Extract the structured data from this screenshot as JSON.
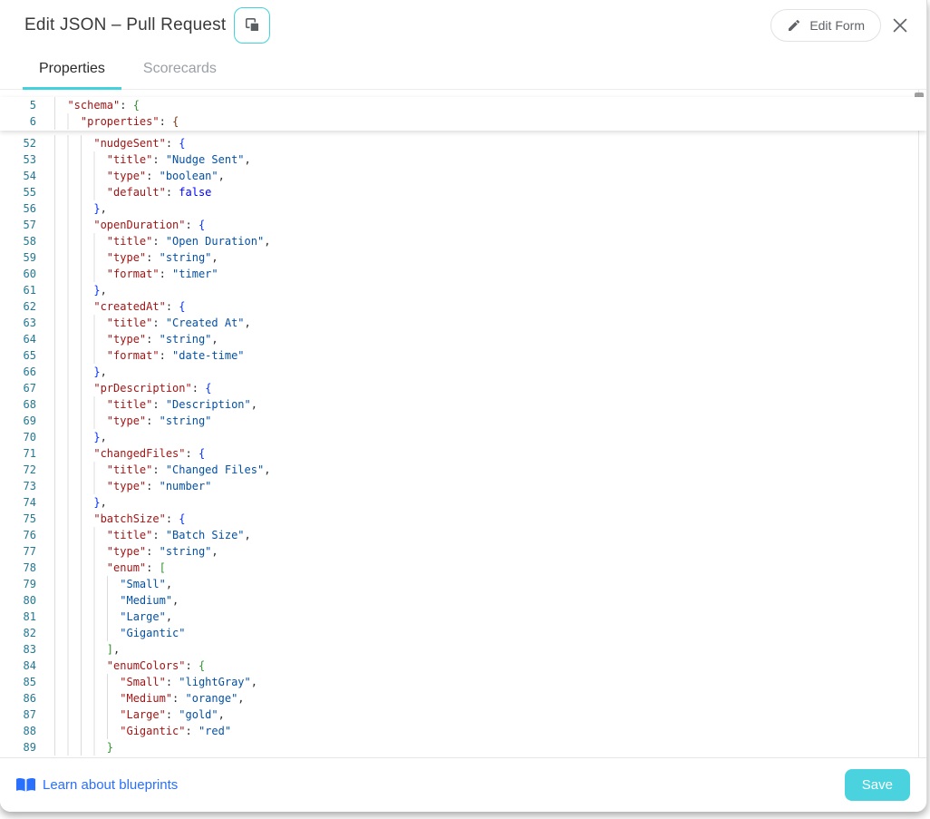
{
  "colors": {
    "accent": "#42d2de",
    "save_button_bg": "#4ad3de",
    "link_blue": "#2970ff",
    "line_number": "#237893",
    "token_key": "#a31515",
    "token_string_value": "#0451a5",
    "token_keyword": "#0000ff",
    "bracket_blue": "#0431fa",
    "bracket_green": "#319331",
    "bracket_brown": "#7b3814"
  },
  "header": {
    "title": "Edit JSON – Pull Request",
    "copy_icon": "copy-icon",
    "edit_form_label": "Edit Form",
    "close_icon": "close-icon"
  },
  "tabs": [
    {
      "label": "Properties",
      "active": true
    },
    {
      "label": "Scorecards",
      "active": false
    }
  ],
  "editor": {
    "sticky_lines": [
      {
        "n": 5,
        "ind": 2,
        "seg": [
          [
            "k",
            "\"schema\""
          ],
          [
            "d",
            ": "
          ],
          [
            "b2",
            "{"
          ]
        ]
      },
      {
        "n": 6,
        "ind": 4,
        "seg": [
          [
            "k",
            "\"properties\""
          ],
          [
            "d",
            ": "
          ],
          [
            "b3",
            "{"
          ]
        ]
      }
    ],
    "lines": [
      {
        "n": 52,
        "ind": 6,
        "seg": [
          [
            "k",
            "\"nudgeSent\""
          ],
          [
            "d",
            ": "
          ],
          [
            "b1",
            "{"
          ]
        ]
      },
      {
        "n": 53,
        "ind": 8,
        "seg": [
          [
            "k",
            "\"title\""
          ],
          [
            "d",
            ": "
          ],
          [
            "s",
            "\"Nudge Sent\""
          ],
          [
            "d",
            ","
          ]
        ]
      },
      {
        "n": 54,
        "ind": 8,
        "seg": [
          [
            "k",
            "\"type\""
          ],
          [
            "d",
            ": "
          ],
          [
            "s",
            "\"boolean\""
          ],
          [
            "d",
            ","
          ]
        ]
      },
      {
        "n": 55,
        "ind": 8,
        "seg": [
          [
            "k",
            "\"default\""
          ],
          [
            "d",
            ": "
          ],
          [
            "w",
            "false"
          ]
        ]
      },
      {
        "n": 56,
        "ind": 6,
        "seg": [
          [
            "b1",
            "}"
          ],
          [
            "d",
            ","
          ]
        ]
      },
      {
        "n": 57,
        "ind": 6,
        "seg": [
          [
            "k",
            "\"openDuration\""
          ],
          [
            "d",
            ": "
          ],
          [
            "b1",
            "{"
          ]
        ]
      },
      {
        "n": 58,
        "ind": 8,
        "seg": [
          [
            "k",
            "\"title\""
          ],
          [
            "d",
            ": "
          ],
          [
            "s",
            "\"Open Duration\""
          ],
          [
            "d",
            ","
          ]
        ]
      },
      {
        "n": 59,
        "ind": 8,
        "seg": [
          [
            "k",
            "\"type\""
          ],
          [
            "d",
            ": "
          ],
          [
            "s",
            "\"string\""
          ],
          [
            "d",
            ","
          ]
        ]
      },
      {
        "n": 60,
        "ind": 8,
        "seg": [
          [
            "k",
            "\"format\""
          ],
          [
            "d",
            ": "
          ],
          [
            "s",
            "\"timer\""
          ]
        ]
      },
      {
        "n": 61,
        "ind": 6,
        "seg": [
          [
            "b1",
            "}"
          ],
          [
            "d",
            ","
          ]
        ]
      },
      {
        "n": 62,
        "ind": 6,
        "seg": [
          [
            "k",
            "\"createdAt\""
          ],
          [
            "d",
            ": "
          ],
          [
            "b1",
            "{"
          ]
        ]
      },
      {
        "n": 63,
        "ind": 8,
        "seg": [
          [
            "k",
            "\"title\""
          ],
          [
            "d",
            ": "
          ],
          [
            "s",
            "\"Created At\""
          ],
          [
            "d",
            ","
          ]
        ]
      },
      {
        "n": 64,
        "ind": 8,
        "seg": [
          [
            "k",
            "\"type\""
          ],
          [
            "d",
            ": "
          ],
          [
            "s",
            "\"string\""
          ],
          [
            "d",
            ","
          ]
        ]
      },
      {
        "n": 65,
        "ind": 8,
        "seg": [
          [
            "k",
            "\"format\""
          ],
          [
            "d",
            ": "
          ],
          [
            "s",
            "\"date-time\""
          ]
        ]
      },
      {
        "n": 66,
        "ind": 6,
        "seg": [
          [
            "b1",
            "}"
          ],
          [
            "d",
            ","
          ]
        ]
      },
      {
        "n": 67,
        "ind": 6,
        "seg": [
          [
            "k",
            "\"prDescription\""
          ],
          [
            "d",
            ": "
          ],
          [
            "b1",
            "{"
          ]
        ]
      },
      {
        "n": 68,
        "ind": 8,
        "seg": [
          [
            "k",
            "\"title\""
          ],
          [
            "d",
            ": "
          ],
          [
            "s",
            "\"Description\""
          ],
          [
            "d",
            ","
          ]
        ]
      },
      {
        "n": 69,
        "ind": 8,
        "seg": [
          [
            "k",
            "\"type\""
          ],
          [
            "d",
            ": "
          ],
          [
            "s",
            "\"string\""
          ]
        ]
      },
      {
        "n": 70,
        "ind": 6,
        "seg": [
          [
            "b1",
            "}"
          ],
          [
            "d",
            ","
          ]
        ]
      },
      {
        "n": 71,
        "ind": 6,
        "seg": [
          [
            "k",
            "\"changedFiles\""
          ],
          [
            "d",
            ": "
          ],
          [
            "b1",
            "{"
          ]
        ]
      },
      {
        "n": 72,
        "ind": 8,
        "seg": [
          [
            "k",
            "\"title\""
          ],
          [
            "d",
            ": "
          ],
          [
            "s",
            "\"Changed Files\""
          ],
          [
            "d",
            ","
          ]
        ]
      },
      {
        "n": 73,
        "ind": 8,
        "seg": [
          [
            "k",
            "\"type\""
          ],
          [
            "d",
            ": "
          ],
          [
            "s",
            "\"number\""
          ]
        ]
      },
      {
        "n": 74,
        "ind": 6,
        "seg": [
          [
            "b1",
            "}"
          ],
          [
            "d",
            ","
          ]
        ]
      },
      {
        "n": 75,
        "ind": 6,
        "seg": [
          [
            "k",
            "\"batchSize\""
          ],
          [
            "d",
            ": "
          ],
          [
            "b1",
            "{"
          ]
        ]
      },
      {
        "n": 76,
        "ind": 8,
        "seg": [
          [
            "k",
            "\"title\""
          ],
          [
            "d",
            ": "
          ],
          [
            "s",
            "\"Batch Size\""
          ],
          [
            "d",
            ","
          ]
        ]
      },
      {
        "n": 77,
        "ind": 8,
        "seg": [
          [
            "k",
            "\"type\""
          ],
          [
            "d",
            ": "
          ],
          [
            "s",
            "\"string\""
          ],
          [
            "d",
            ","
          ]
        ]
      },
      {
        "n": 78,
        "ind": 8,
        "seg": [
          [
            "k",
            "\"enum\""
          ],
          [
            "d",
            ": "
          ],
          [
            "b2",
            "["
          ]
        ]
      },
      {
        "n": 79,
        "ind": 10,
        "seg": [
          [
            "s",
            "\"Small\""
          ],
          [
            "d",
            ","
          ]
        ]
      },
      {
        "n": 80,
        "ind": 10,
        "seg": [
          [
            "s",
            "\"Medium\""
          ],
          [
            "d",
            ","
          ]
        ]
      },
      {
        "n": 81,
        "ind": 10,
        "seg": [
          [
            "s",
            "\"Large\""
          ],
          [
            "d",
            ","
          ]
        ]
      },
      {
        "n": 82,
        "ind": 10,
        "seg": [
          [
            "s",
            "\"Gigantic\""
          ]
        ]
      },
      {
        "n": 83,
        "ind": 8,
        "seg": [
          [
            "b2",
            "]"
          ],
          [
            "d",
            ","
          ]
        ]
      },
      {
        "n": 84,
        "ind": 8,
        "seg": [
          [
            "k",
            "\"enumColors\""
          ],
          [
            "d",
            ": "
          ],
          [
            "b2",
            "{"
          ]
        ]
      },
      {
        "n": 85,
        "ind": 10,
        "seg": [
          [
            "k",
            "\"Small\""
          ],
          [
            "d",
            ": "
          ],
          [
            "s",
            "\"lightGray\""
          ],
          [
            "d",
            ","
          ]
        ]
      },
      {
        "n": 86,
        "ind": 10,
        "seg": [
          [
            "k",
            "\"Medium\""
          ],
          [
            "d",
            ": "
          ],
          [
            "s",
            "\"orange\""
          ],
          [
            "d",
            ","
          ]
        ]
      },
      {
        "n": 87,
        "ind": 10,
        "seg": [
          [
            "k",
            "\"Large\""
          ],
          [
            "d",
            ": "
          ],
          [
            "s",
            "\"gold\""
          ],
          [
            "d",
            ","
          ]
        ]
      },
      {
        "n": 88,
        "ind": 10,
        "seg": [
          [
            "k",
            "\"Gigantic\""
          ],
          [
            "d",
            ": "
          ],
          [
            "s",
            "\"red\""
          ]
        ]
      },
      {
        "n": 89,
        "ind": 8,
        "seg": [
          [
            "b2",
            "}"
          ]
        ]
      }
    ]
  },
  "footer": {
    "link_label": "Learn about blueprints",
    "save_label": "Save"
  }
}
